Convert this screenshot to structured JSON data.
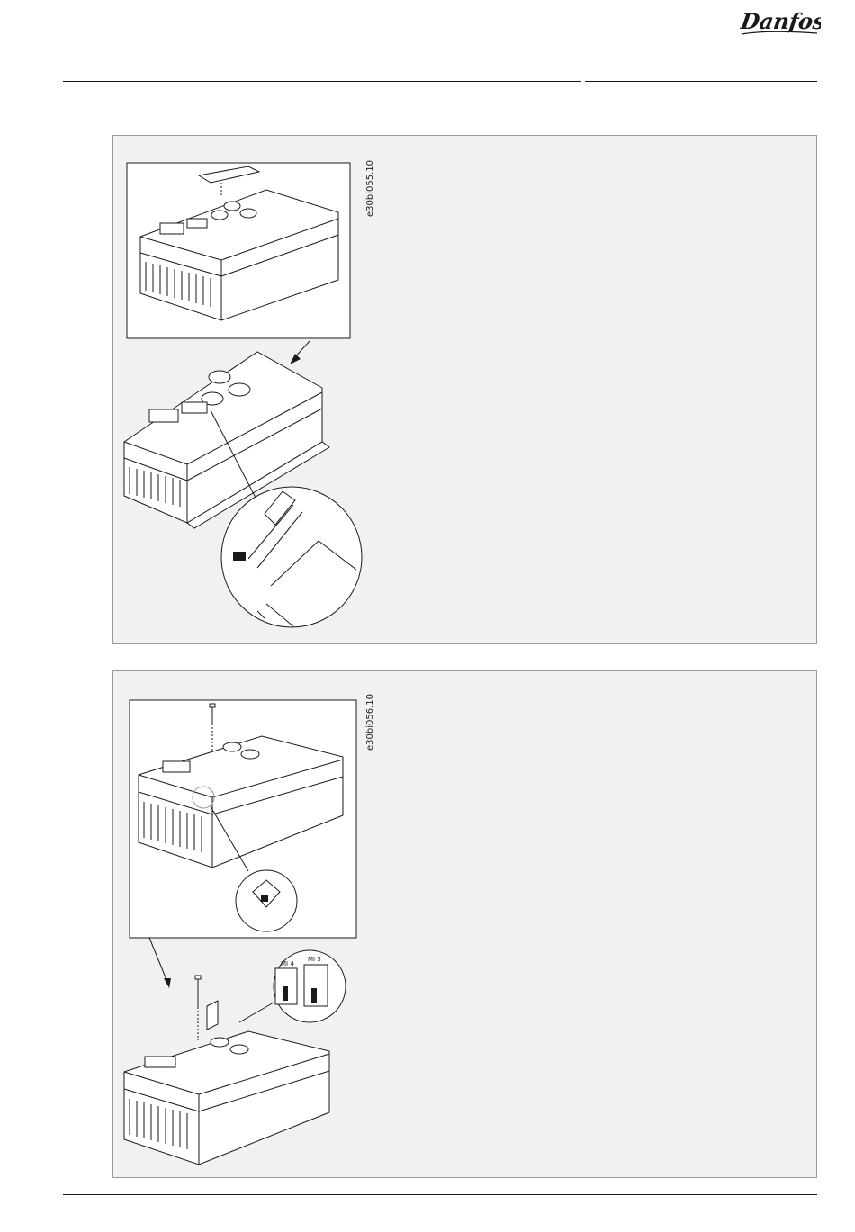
{
  "header": {
    "brand": "Danfoss"
  },
  "figures": [
    {
      "code": "e30bi055.10"
    },
    {
      "code": "e30bi056.10",
      "labels": {
        "mi4": "MI 4",
        "mi5": "MI 5"
      }
    }
  ],
  "icons": [
    "danfoss-logo",
    "direction-arrow-icon"
  ]
}
